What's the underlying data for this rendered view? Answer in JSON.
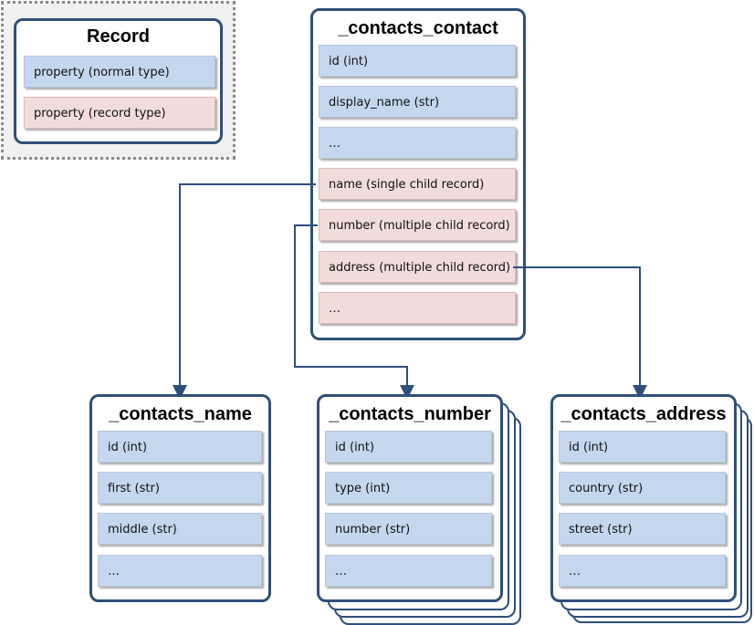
{
  "legend": {
    "title": "Record",
    "normal_property": "property (normal  type)",
    "record_property": "property (record type)"
  },
  "contact": {
    "title": "_contacts_contact",
    "props": [
      "id (int)",
      "display_name  (str)",
      "…",
      "name (single  child  record)",
      "number (multiple child record)",
      "address (multiple child record)",
      "…"
    ]
  },
  "name_rec": {
    "title": "_contacts_name",
    "props": [
      "id (int)",
      "first  (str)",
      "middle  (str)",
      "…"
    ]
  },
  "number_rec": {
    "title": "_contacts_number",
    "props": [
      "id (int)",
      "type (int)",
      "number (str)",
      "…"
    ]
  },
  "address_rec": {
    "title": "_contacts_address",
    "props": [
      "id (int)",
      "country (str)",
      "street (str)",
      "…"
    ]
  },
  "colors": {
    "border": "#2f4f7a",
    "normal_fill": "#c5d7ee",
    "record_fill": "#f2dcdb",
    "connector": "#2f4f7a"
  }
}
